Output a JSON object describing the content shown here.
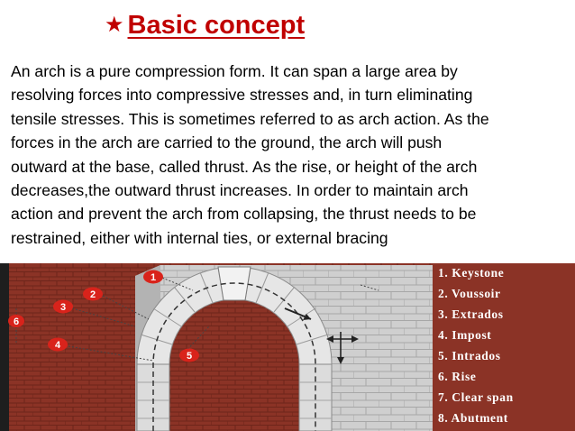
{
  "header": {
    "star_icon": "★",
    "title": "Basic concept"
  },
  "paragraph": "An arch is a pure compression form. It can span a large area by\nresolving forces into compressive stresses and, in turn eliminating\ntensile stresses. This is sometimes referred to as arch action. As the\nforces in the arch are carried to the ground, the arch will push\noutward at the base, called thrust. As the rise, or height of the arch\ndecreases,the outward thrust increases. In order to maintain arch\naction and prevent the arch from collapsing, the thrust needs to be\nrestrained, either with internal ties, or external bracing",
  "figure": {
    "badges": [
      {
        "label": "1"
      },
      {
        "label": "2"
      },
      {
        "label": "3"
      },
      {
        "label": "4"
      },
      {
        "label": "5"
      },
      {
        "label": "6"
      }
    ],
    "legend": [
      "1. Keystone",
      "2. Voussoir",
      "3. Extrados",
      "4. Impost",
      "5. Intrados",
      "6. Rise",
      "7. Clear span",
      "8. Abutment"
    ],
    "colors": {
      "brick_red": "#8b3326",
      "badge_red": "#d9231b",
      "stone": "#c9c9c9",
      "stone_dark": "#9e9e9e"
    }
  }
}
